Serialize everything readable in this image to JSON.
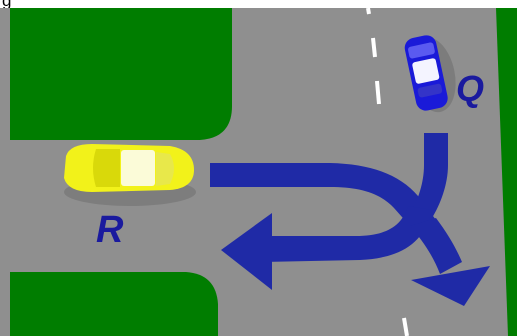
{
  "caption_fragment": "g",
  "vehicles": [
    {
      "label": "Q",
      "body_color": "#1a1ad8",
      "role": "vehicle-q"
    },
    {
      "label": "R",
      "body_color": "#f2f21a",
      "role": "vehicle-r"
    }
  ],
  "colors": {
    "grass": "#007d00",
    "road": "#8f8f8f",
    "lane_marking": "#ffffff",
    "arrow": "#1f2aa6",
    "label": "#1a1a9e",
    "background": "#ffffff"
  }
}
